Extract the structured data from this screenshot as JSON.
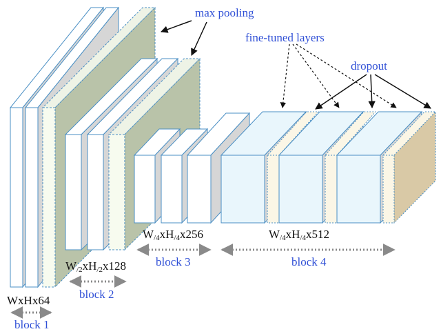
{
  "annotations": {
    "max_pooling": "max pooling",
    "fine_tuned": "fine-tuned layers",
    "dropout": "dropout"
  },
  "dims": {
    "block1": "WxHx64",
    "block2": {
      "w": "W",
      "w_sub": "/2",
      "x1": "xH",
      "h_sub": "/2",
      "tail": "x128"
    },
    "block3": {
      "w": "W",
      "w_sub": "/4",
      "x1": "xH",
      "h_sub": "/4",
      "tail": "x256"
    },
    "block4": {
      "w": "W",
      "w_sub": "/4",
      "x1": "xH",
      "h_sub": "/4",
      "tail": "x512"
    }
  },
  "blocks": [
    "block 1",
    "block 2",
    "block 3",
    "block 4"
  ],
  "colors": {
    "label_blue": "#2f4fd6",
    "conv_front": "#ffffff",
    "finetuned_front": "#e9f6fc",
    "pool_green": "#b9c3a9",
    "dropout_tan": "#d9c9a6",
    "depth_gray": "#d6d6d6",
    "edge_blue": "#4a8fc4",
    "arrow_gray": "#8a8a8a"
  }
}
